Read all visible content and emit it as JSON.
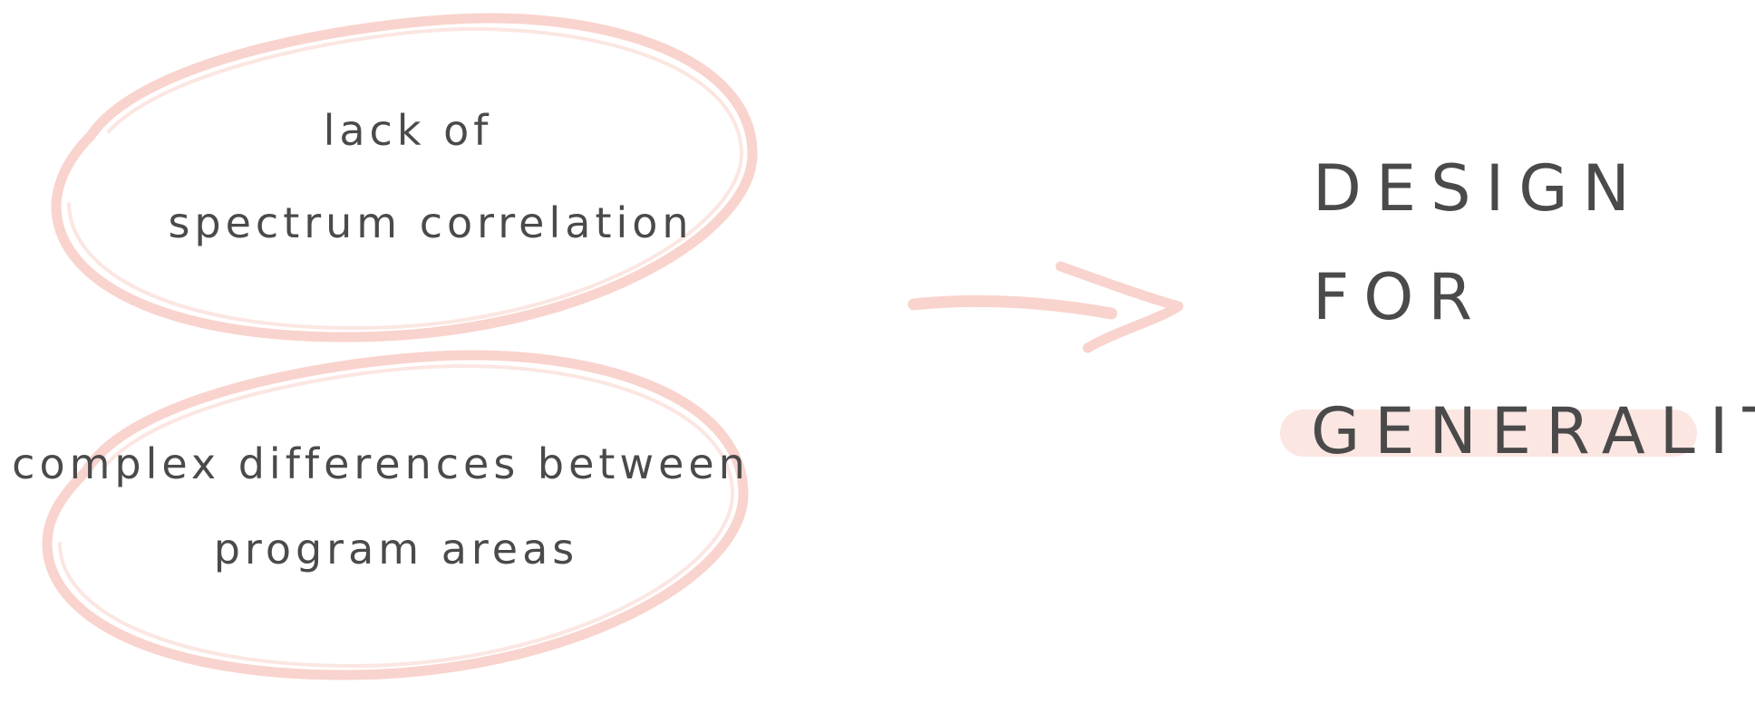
{
  "diagram": {
    "accent_color": "#f9d3cd",
    "highlight_color": "#fbe6e2",
    "text_color": "#4a4a4a",
    "left_bubbles": [
      {
        "lines": [
          "lack of",
          "spectrum correlation"
        ]
      },
      {
        "lines": [
          "complex differences between",
          "program areas"
        ]
      }
    ],
    "arrow": {
      "shape": "right-arrow"
    },
    "conclusion": {
      "lines": [
        "DESIGN",
        "FOR",
        "GENERALITY"
      ],
      "highlighted_word": "GENERALITY"
    }
  }
}
